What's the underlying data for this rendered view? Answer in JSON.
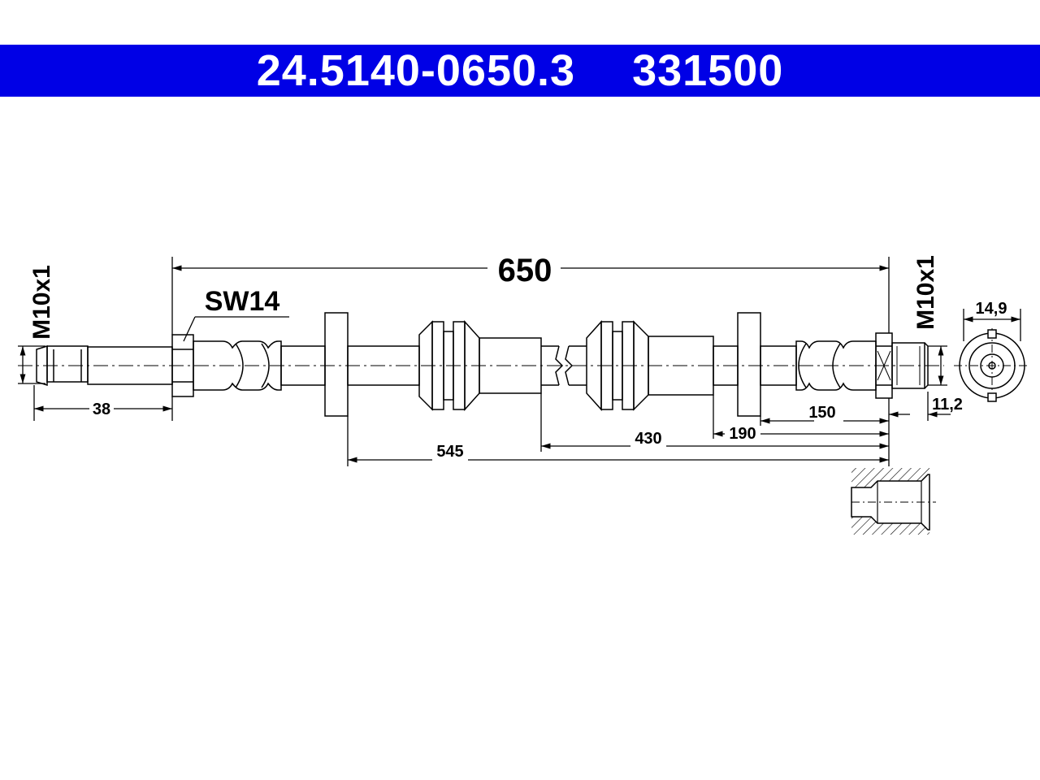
{
  "header": {
    "part_number": "24.5140-0650.3",
    "article_number": "331500",
    "background_color": "#0000e6",
    "text_color": "#ffffff"
  },
  "dimensions": {
    "overall_length": "650",
    "wrench_size": "SW14",
    "thread_left": "M10x1",
    "thread_right": "M10x1",
    "left_thread_length": "38",
    "end_diameter": "14,9",
    "right_end_length": "11,2",
    "dim_150": "150",
    "dim_190": "190",
    "dim_430": "430",
    "dim_545": "545"
  }
}
